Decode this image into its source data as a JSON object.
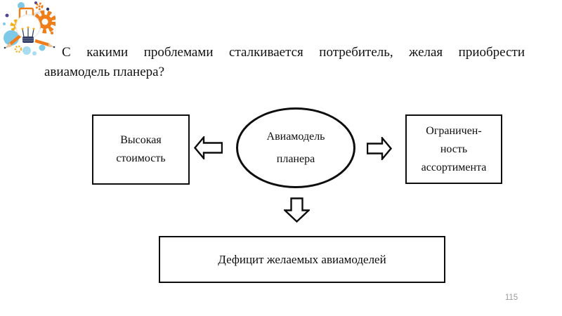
{
  "slide": {
    "background_color": "#ffffff",
    "title": "С какими проблемами сталкивается потребитель, желая приобрести авиамодель планера?",
    "title_lines": [
      "С какими проблемами сталкивается потребитель, желая приобрести",
      "авиамодель планера?"
    ],
    "page_number": "115",
    "page_number_color": "#9a9a9a",
    "text_color": "#0d0d0d"
  },
  "diagram": {
    "outline_color": "#0d0d0d",
    "fill_color": "#ffffff",
    "center_ellipse": {
      "lines": [
        "Авиамодель",
        "планера"
      ]
    },
    "left_box": {
      "lines": [
        "Высокая",
        "стоимость"
      ]
    },
    "right_box": {
      "lines": [
        "Ограничен-",
        "ность",
        "ассортимента"
      ]
    },
    "bottom_box": {
      "label": "Дефицит желаемых авиамоделей"
    },
    "arrows": [
      "left",
      "right",
      "down"
    ]
  },
  "decoration": {
    "icon": "idea-lightbulb-gears-illustration",
    "colors": {
      "orange": "#ef7d1a",
      "light_blue": "#7fc9e8",
      "pale_blue": "#a8dcf0",
      "navy": "#2f3b66",
      "yellow": "#f2b01e",
      "purple": "#4f4698"
    }
  }
}
